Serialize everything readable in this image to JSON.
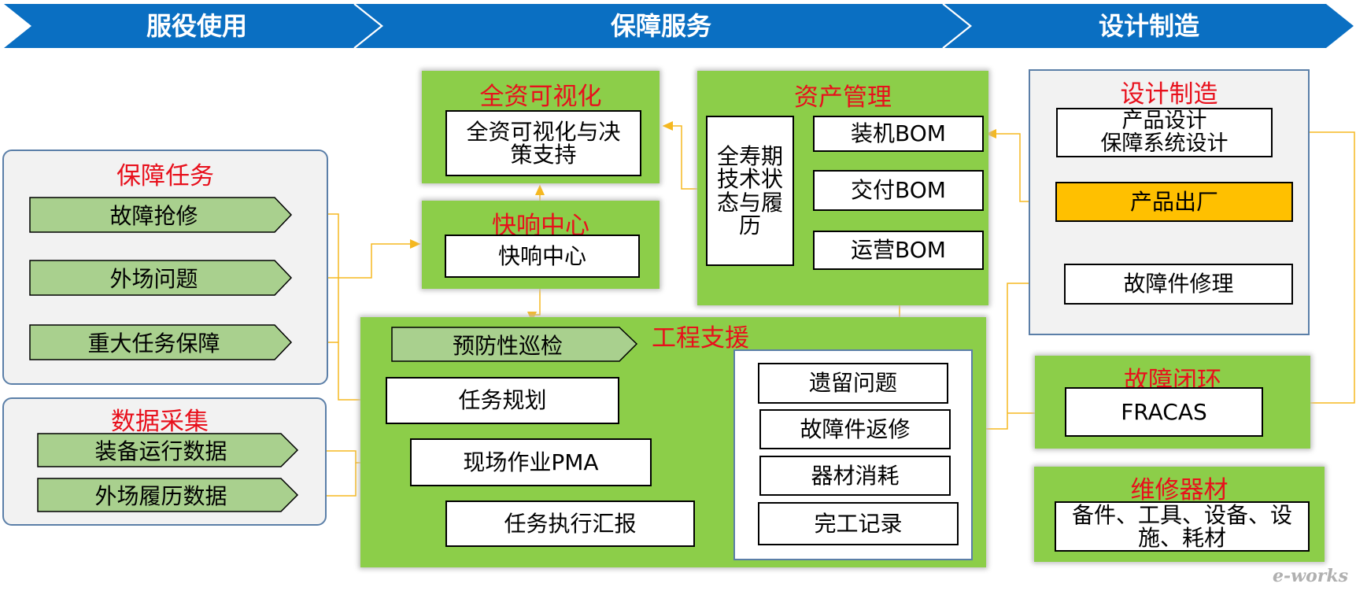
{
  "banner": {
    "sections": [
      "服役使用",
      "保障服务",
      "设计制造"
    ],
    "color": "#0a6fc2"
  },
  "guarantee_tasks": {
    "title": "保障任务",
    "items": [
      "故障抢修",
      "外场问题",
      "重大任务保障"
    ]
  },
  "data_collection": {
    "title": "数据采集",
    "items": [
      "装备运行数据",
      "外场履历数据"
    ]
  },
  "visibility": {
    "title": "全资可视化",
    "box": "全资可视化与决策支持"
  },
  "quick_response": {
    "title": "快响中心",
    "box": "快响中心"
  },
  "asset_mgmt": {
    "title": "资产管理",
    "lifecycle": "全寿期技术状态与履历",
    "boms": [
      "装机BOM",
      "交付BOM",
      "运营BOM"
    ]
  },
  "engineering": {
    "title": "工程支援",
    "patrol": "预防性巡检",
    "flow": [
      "任务规划",
      "现场作业PMA",
      "任务执行汇报"
    ],
    "records": [
      "遗留问题",
      "故障件返修",
      "器材消耗",
      "完工记录"
    ]
  },
  "design_mfg": {
    "title": "设计制造",
    "design": "产品设计\n保障系统设计",
    "factory": "产品出厂",
    "repair": "故障件修理"
  },
  "fault_loop": {
    "title": "故障闭环",
    "box": "FRACAS"
  },
  "materials": {
    "title": "维修器材",
    "box": "备件、工具、设备、设施、耗材"
  },
  "logo": "e-works",
  "colors": {
    "green_panel": "#8cce49",
    "light_green": "#a9d08e",
    "orange": "#ffc000",
    "red_title": "#e8101c",
    "connector": "#f5b820"
  }
}
